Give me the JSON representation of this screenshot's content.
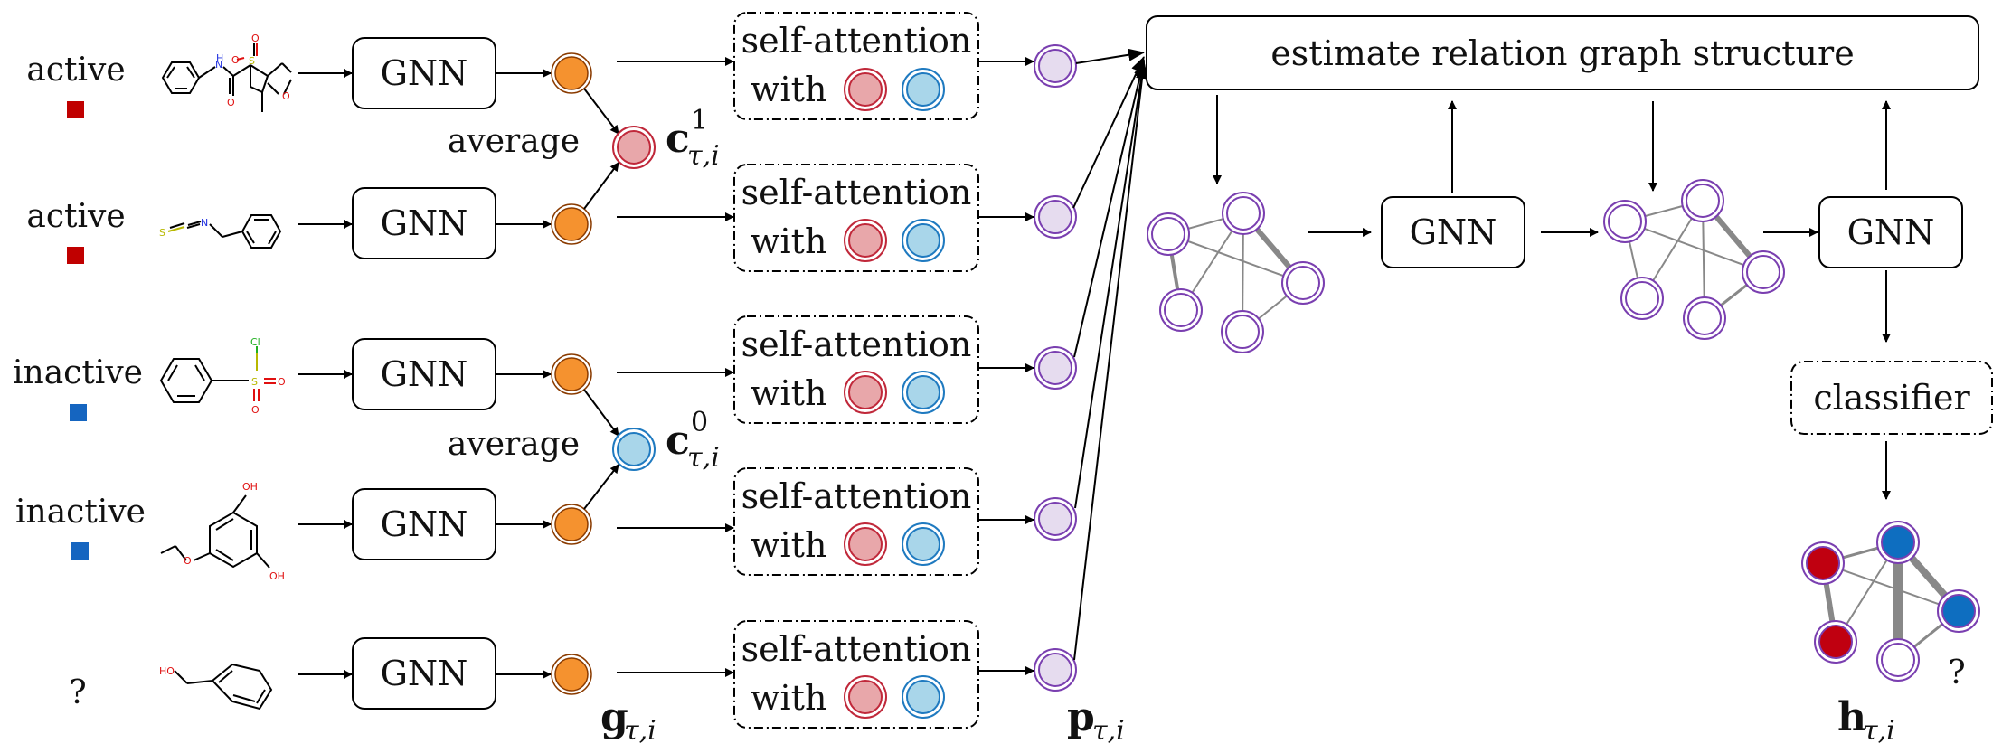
{
  "rows": [
    {
      "label": "active",
      "marker_color": "#c00000",
      "gnn": "GNN",
      "sa_line1": "self-attention",
      "sa_line2": "with"
    },
    {
      "label": "active",
      "marker_color": "#c00000",
      "gnn": "GNN",
      "sa_line1": "self-attention",
      "sa_line2": "with"
    },
    {
      "label": "inactive",
      "marker_color": "#1565c0",
      "gnn": "GNN",
      "sa_line1": "self-attention",
      "sa_line2": "with"
    },
    {
      "label": "inactive",
      "marker_color": "#1565c0",
      "gnn": "GNN",
      "sa_line1": "self-attention",
      "sa_line2": "with"
    },
    {
      "label": "?",
      "marker_color": "",
      "gnn": "GNN",
      "sa_line1": "self-attention",
      "sa_line2": "with"
    }
  ],
  "average_label": "average",
  "prototypes": {
    "active": {
      "symbol": "c",
      "sup": "1",
      "sub": "τ,i"
    },
    "inactive": {
      "symbol": "c",
      "sup": "0",
      "sub": "τ,i"
    }
  },
  "bottom_labels": {
    "g": {
      "symbol": "g",
      "sub": "τ,i"
    },
    "p": {
      "symbol": "p",
      "sub": "τ,i"
    },
    "h": {
      "symbol": "h",
      "sub": "τ,i"
    }
  },
  "relation_box": "estimate relation graph structure",
  "gnn_right_1": "GNN",
  "gnn_right_2": "GNN",
  "classifier": "classifier",
  "query_mark": "?",
  "atoms": {
    "mol1": {
      "n": "N",
      "h": "H",
      "s": "S",
      "o1": "O",
      "o2": "O",
      "o3": "O",
      "o4": "O"
    },
    "mol2": {
      "s": "S",
      "n": "N"
    },
    "mol3": {
      "s": "S",
      "cl": "Cl",
      "o1": "O",
      "o2": "O"
    },
    "mol4": {
      "oh1": "OH",
      "oh2": "OH",
      "o": "O"
    },
    "mol5": {
      "ho": "HO"
    }
  },
  "colors": {
    "orange_node": "#f5922f",
    "red_node": "#e8a7aa",
    "red_stroke": "#c0283a",
    "blue_node": "#a9d6ea",
    "blue_stroke": "#1f7ac0",
    "purple_node": "#e6dcef",
    "purple_stroke": "#7a3fb0",
    "class_red": "#c00010",
    "class_blue": "#0e6ec0"
  }
}
